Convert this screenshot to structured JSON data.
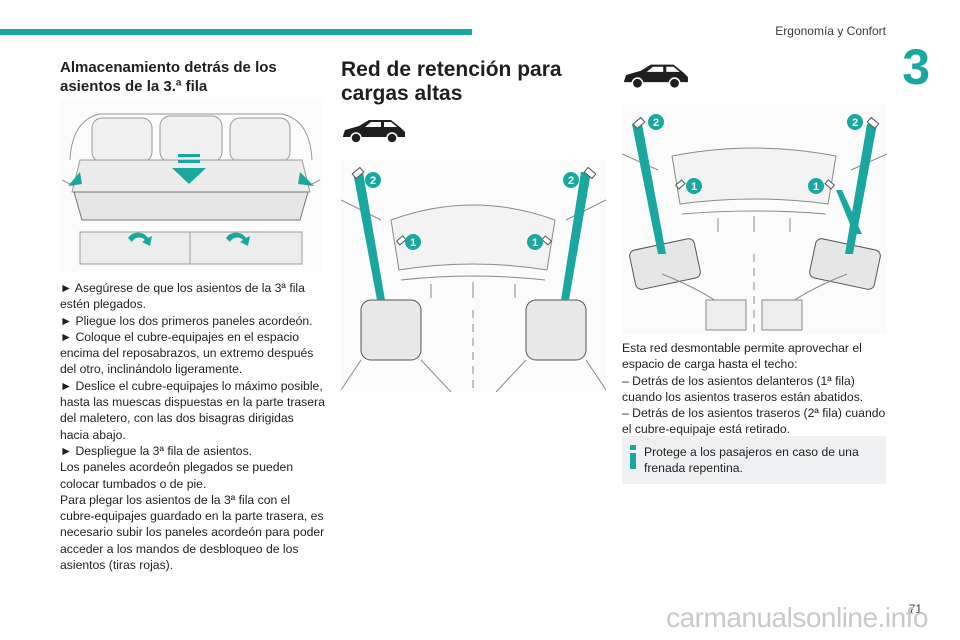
{
  "header": {
    "section_title": "Ergonomía y Confort",
    "chapter_number": "3"
  },
  "left_column": {
    "title": "Almacenamiento detrás de los asientos de la 3.ª fila",
    "paragraphs": [
      "► Asegúrese de que los asientos de la 3ª fila estén plegados.",
      "► Pliegue los dos primeros paneles acordeón.",
      "► Coloque el cubre-equipajes en el espacio encima del reposabrazos, un extremo después del otro, inclinándolo ligeramente.",
      "► Deslice el cubre-equipajes lo máximo posible, hasta las muescas dispuestas en la parte trasera del maletero, con las dos bisagras dirigidas hacia abajo.",
      "► Despliegue la 3ª fila de asientos.",
      "Los paneles acordeón plegados se pueden colocar tumbados o de pie.",
      "Para plegar los asientos de la 3ª fila con el cubre-equipajes guardado en la parte trasera, es necesario subir los paneles acordeón para poder acceder a los mandos de desbloqueo de los asientos (tiras rojas)."
    ]
  },
  "middle_column": {
    "title": "Red de retención para cargas altas",
    "callouts": [
      "2",
      "2",
      "1",
      "1"
    ]
  },
  "right_column": {
    "callouts": [
      "2",
      "2",
      "1",
      "1"
    ],
    "paragraphs": [
      "Esta red desmontable permite aprovechar el espacio de carga hasta el techo:",
      "– Detrás de los asientos delanteros (1ª fila) cuando los asientos traseros están abatidos.",
      "– Detrás de los asientos traseros (2ª fila) cuando el cubre-equipaje está retirado."
    ],
    "note": "Protege a los pasajeros en caso de una frenada repentina."
  },
  "footer": {
    "page_number": "71",
    "watermark": "carmanualsonline.info"
  },
  "colors": {
    "accent": "#1aa7a0",
    "callout": "#1aa7a0",
    "note_bg": "#eef0f2"
  }
}
